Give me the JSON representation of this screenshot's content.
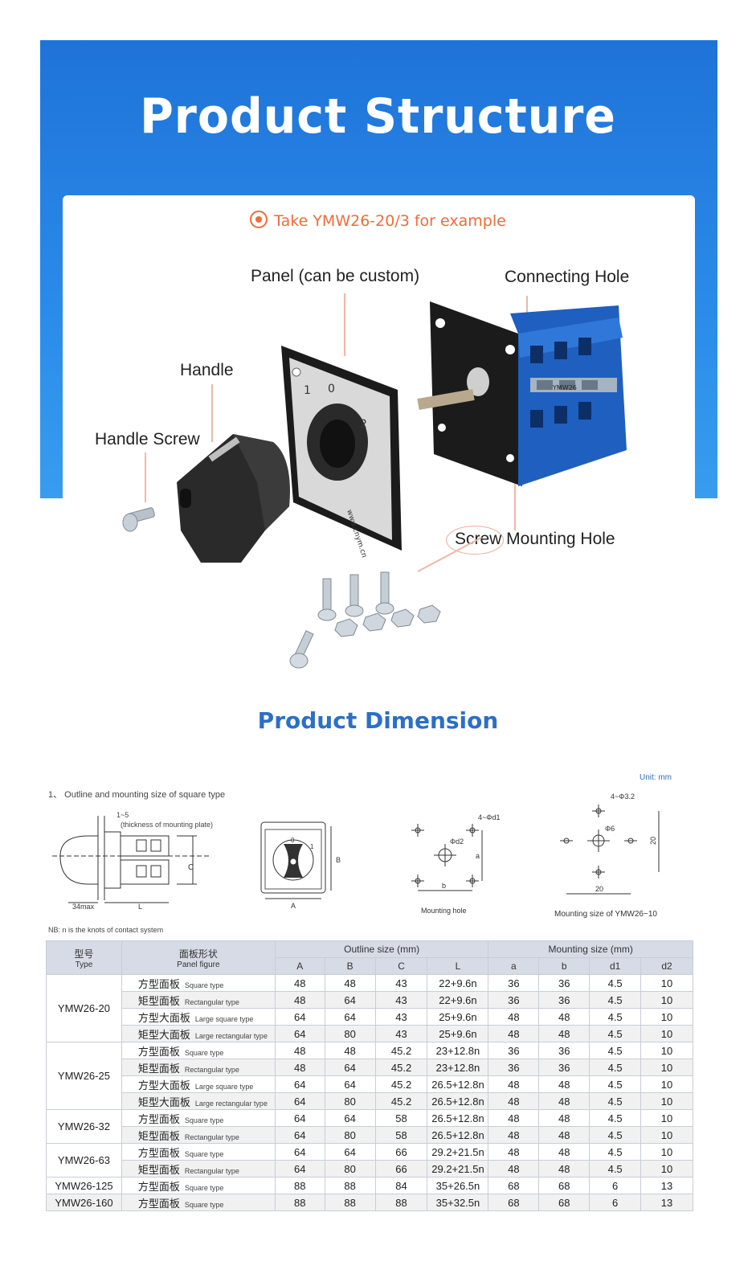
{
  "hero": {
    "title": "Product Structure",
    "subtitle": "Take YMW26-20/3 for example",
    "callouts": {
      "panel": "Panel (can be custom)",
      "connecting_hole": "Connecting Hole",
      "handle": "Handle",
      "handle_screw": "Handle Screw",
      "screw_mounting_hole": "Screw Mounting Hole"
    },
    "panel_marks": {
      "one": "1",
      "zero": "0",
      "two": "2",
      "url": "www.cnym.cn"
    },
    "label_plate": "YMW26"
  },
  "dimension": {
    "title": "Product Dimension",
    "unit": "Unit: mm",
    "section_caption": "1、 Outline and mounting size of square type",
    "drawing1": {
      "top_range": "1~5",
      "note": "(thickness of mounting plate)",
      "c": "C",
      "bottom_left": "34max",
      "bottom_right": "L"
    },
    "drawing2": {
      "b": "B",
      "a": "A",
      "zero": "0",
      "one": "1"
    },
    "drawing3": {
      "caption": "Mounting hole",
      "holes": "4~Φd1",
      "center": "Φd2",
      "a": "a",
      "b": "b"
    },
    "drawing4": {
      "caption": "Mounting size of YMW26~10",
      "holes": "4~Φ3.2",
      "center": "Φ6",
      "vertical": "20",
      "horizontal": "20"
    },
    "note": "NB: n is the knots of contact system"
  },
  "table": {
    "headers": {
      "type_cn": "型号",
      "type_en": "Type",
      "panel_cn": "面板形状",
      "panel_en": "Panel figure",
      "outline": "Outline size (mm)",
      "mounting": "Mounting size (mm)",
      "cols": [
        "A",
        "B",
        "C",
        "L",
        "a",
        "b",
        "d1",
        "d2"
      ]
    },
    "groups": [
      {
        "type": "YMW26-20",
        "rows": [
          {
            "cn": "方型面板",
            "en": "Square type",
            "v": [
              "48",
              "48",
              "43",
              "22+9.6n",
              "36",
              "36",
              "4.5",
              "10"
            ]
          },
          {
            "cn": "矩型面板",
            "en": "Rectangular type",
            "v": [
              "48",
              "64",
              "43",
              "22+9.6n",
              "36",
              "36",
              "4.5",
              "10"
            ]
          },
          {
            "cn": "方型大面板",
            "en": "Large square type",
            "v": [
              "64",
              "64",
              "43",
              "25+9.6n",
              "48",
              "48",
              "4.5",
              "10"
            ]
          },
          {
            "cn": "矩型大面板",
            "en": "Large rectangular type",
            "v": [
              "64",
              "80",
              "43",
              "25+9.6n",
              "48",
              "48",
              "4.5",
              "10"
            ]
          }
        ]
      },
      {
        "type": "YMW26-25",
        "rows": [
          {
            "cn": "方型面板",
            "en": "Square type",
            "v": [
              "48",
              "48",
              "45.2",
              "23+12.8n",
              "36",
              "36",
              "4.5",
              "10"
            ]
          },
          {
            "cn": "矩型面板",
            "en": "Rectangular type",
            "v": [
              "48",
              "64",
              "45.2",
              "23+12.8n",
              "36",
              "36",
              "4.5",
              "10"
            ]
          },
          {
            "cn": "方型大面板",
            "en": "Large square type",
            "v": [
              "64",
              "64",
              "45.2",
              "26.5+12.8n",
              "48",
              "48",
              "4.5",
              "10"
            ]
          },
          {
            "cn": "矩型大面板",
            "en": "Large rectangular type",
            "v": [
              "64",
              "80",
              "45.2",
              "26.5+12.8n",
              "48",
              "48",
              "4.5",
              "10"
            ]
          }
        ]
      },
      {
        "type": "YMW26-32",
        "rows": [
          {
            "cn": "方型面板",
            "en": "Square type",
            "v": [
              "64",
              "64",
              "58",
              "26.5+12.8n",
              "48",
              "48",
              "4.5",
              "10"
            ]
          },
          {
            "cn": "矩型面板",
            "en": "Rectangular type",
            "v": [
              "64",
              "80",
              "58",
              "26.5+12.8n",
              "48",
              "48",
              "4.5",
              "10"
            ]
          }
        ]
      },
      {
        "type": "YMW26-63",
        "rows": [
          {
            "cn": "方型面板",
            "en": "Square type",
            "v": [
              "64",
              "64",
              "66",
              "29.2+21.5n",
              "48",
              "48",
              "4.5",
              "10"
            ]
          },
          {
            "cn": "矩型面板",
            "en": "Rectangular type",
            "v": [
              "64",
              "80",
              "66",
              "29.2+21.5n",
              "48",
              "48",
              "4.5",
              "10"
            ]
          }
        ]
      },
      {
        "type": "YMW26-125",
        "rows": [
          {
            "cn": "方型面板",
            "en": "Square type",
            "v": [
              "88",
              "88",
              "84",
              "35+26.5n",
              "68",
              "68",
              "6",
              "13"
            ]
          }
        ]
      },
      {
        "type": "YMW26-160",
        "rows": [
          {
            "cn": "方型面板",
            "en": "Square type",
            "v": [
              "88",
              "88",
              "88",
              "35+32.5n",
              "68",
              "68",
              "6",
              "13"
            ]
          }
        ]
      }
    ]
  }
}
